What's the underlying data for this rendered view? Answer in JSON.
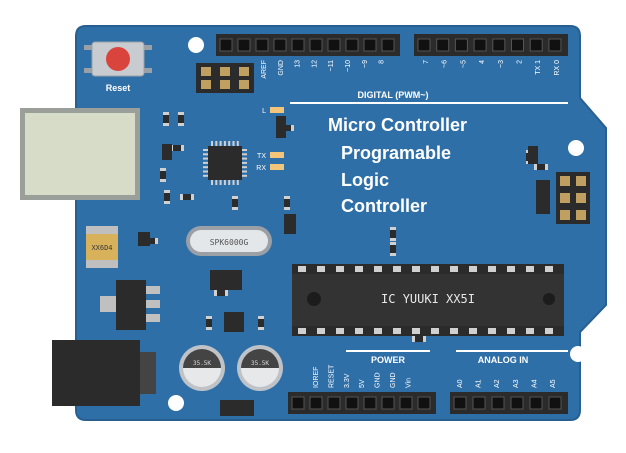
{
  "board": {
    "title_lines": [
      "Micro Controller",
      "Programable",
      "Logic",
      "Controller"
    ],
    "reset_label": "Reset",
    "digital_header_label": "DIGITAL (PWM~)",
    "digital_pins_left": [
      "AREF",
      "GND",
      "13",
      "12",
      "~11",
      "~10",
      "~9",
      "8"
    ],
    "digital_pins_right": [
      "7",
      "~6",
      "~5",
      "4",
      "~3",
      "2",
      "TX 1",
      "RX 0"
    ],
    "led_labels": {
      "l": "L",
      "tx": "TX",
      "rx": "RX"
    },
    "crystal_label": "SPK6000G",
    "main_chip_label": "IC YUUKI XX5I",
    "small_chip_label": "XX6D4",
    "capacitor_labels": [
      "35.5K",
      "35.5K"
    ],
    "power_header_label": "POWER",
    "power_pins": [
      "IOREF",
      "RESET",
      "3.3V",
      "5V",
      "GND",
      "GND",
      "Vin"
    ],
    "analog_header_label": "ANALOG IN",
    "analog_pins": [
      "A0",
      "A1",
      "A2",
      "A3",
      "A4",
      "A5"
    ]
  },
  "colors": {
    "board": "#2f6fa8",
    "board_edge": "#275f92",
    "header_black": "#2b2b2b",
    "chip": "#333333",
    "reset_button": "#d9453d",
    "usb_metal": "#d6dcc8"
  }
}
